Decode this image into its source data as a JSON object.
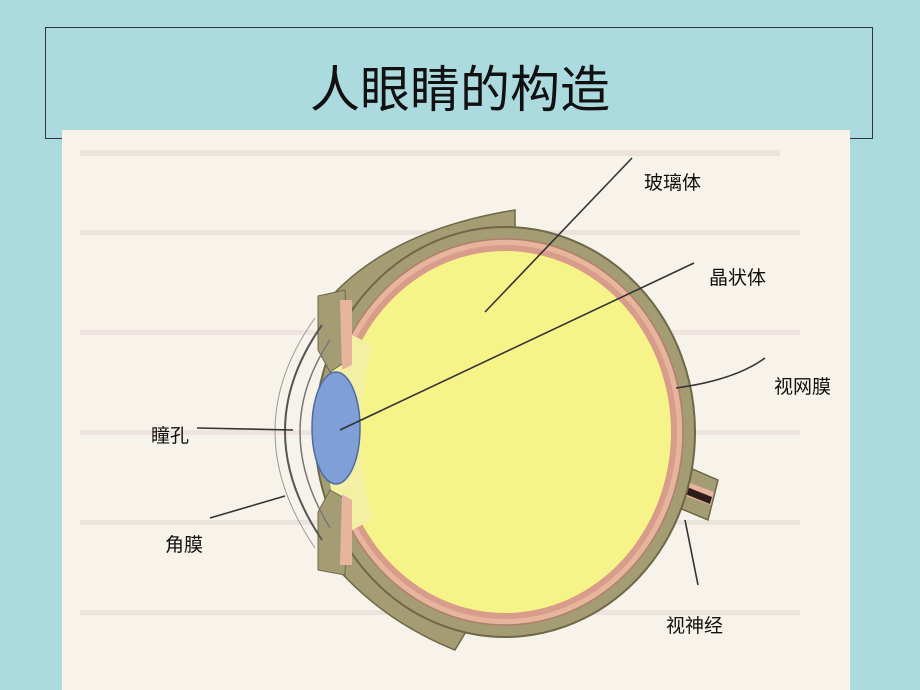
{
  "slide": {
    "title": "人眼睛的构造"
  },
  "diagram": {
    "labels": {
      "vitreous": "玻璃体",
      "lens": "晶状体",
      "retina": "视网膜",
      "pupil": "瞳孔",
      "cornea": "角膜",
      "optic_nerve": "视神经"
    },
    "colors": {
      "background": "#abdadf",
      "figure_paper": "#f7f3ea",
      "vitreous_fill": "#f6f489",
      "sclera": "#a49d74",
      "choroid": "#e7b49e",
      "lens": "#7f9fd6",
      "nerve": "#2c1d18"
    }
  }
}
